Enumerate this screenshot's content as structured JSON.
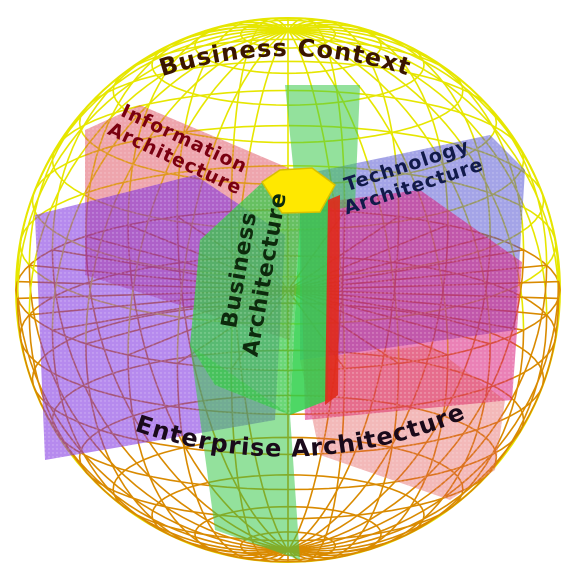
{
  "labels": {
    "business_context": "Business Context",
    "information_line1": "Information",
    "information_line2": "Architecture",
    "technology_line1": "Technology",
    "technology_line2": "Architecture",
    "business_line1": "Business",
    "business_line2": "Architecture",
    "enterprise": "Enterprise Architecture"
  },
  "colors": {
    "sphere_upper": "#e6e600",
    "sphere_lower": "#d98a00",
    "label_dark": "#3a1600",
    "label_navy": "#111a4a",
    "information_panel": "#d9384a",
    "technology_panel": "#4a4ad0",
    "business_panel_left": "#3ac94a",
    "business_panel_right": "#e02a1a",
    "purple_panel": "#7a2ae0",
    "magenta_panel": "#d81a7a",
    "top_cap": "#ffe800"
  }
}
